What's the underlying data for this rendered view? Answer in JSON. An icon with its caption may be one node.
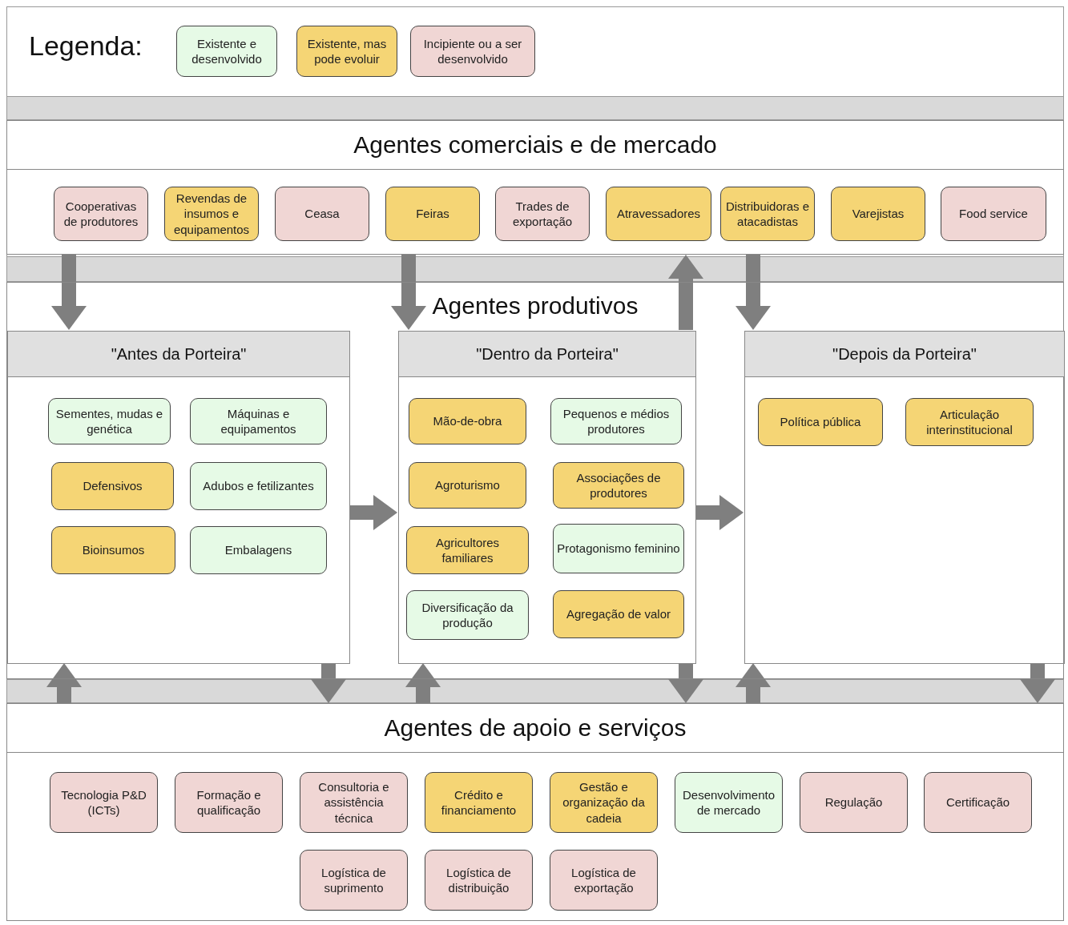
{
  "diagram": {
    "nodes": [
      {
        "text": [
          "Agentes comerciais e de mercado"
        ]
      },
      {
        "text": [
          "Cooperativas de produtores"
        ],
        "in": 0
      },
      {
        "text": [
          "Revendas de insumos e equipamentos"
        ],
        "in": 0
      },
      {
        "text": [
          "Ceasa"
        ],
        "in": 0
      },
      {
        "text": [
          "Feiras"
        ],
        "in": 0
      },
      {
        "text": [
          "Trades de exportação"
        ],
        "in": 0
      },
      {
        "text": [
          "Atravessadores"
        ],
        "in": 0
      },
      {
        "text": [
          "Distribuidoras e atacadistas"
        ],
        "in": 0
      },
      {
        "text": [
          "Varejistas"
        ],
        "in": 0
      },
      {
        "text": [
          "Food service"
        ],
        "in": 0
      },
      {
        "text": [
          "Agentes produtivos"
        ]
      },
      {
        "text": [
          "\"Antes da Porteira\""
        ],
        "in": 10
      },
      {
        "text": [
          "Sementes, mudas e genética"
        ],
        "in": 11
      },
      {
        "text": [
          "Máquinas e equipamentos"
        ],
        "in": 11
      },
      {
        "text": [
          "Defensivos"
        ],
        "in": 11
      },
      {
        "text": [
          "Adubos e fetilizantes"
        ],
        "in": 11
      },
      {
        "text": [
          "Bioinsumos"
        ],
        "in": 11
      },
      {
        "text": [
          "Embalagens"
        ],
        "in": 11
      },
      {
        "text": [
          "\"Dentro da Porteira\""
        ],
        "in": 10
      },
      {
        "text": [
          "Mão-de-obra"
        ],
        "in": 18
      },
      {
        "text": [
          "Pequenos e médios produtores"
        ],
        "in": 18
      },
      {
        "text": [
          "Agroturismo"
        ],
        "in": 18
      },
      {
        "text": [
          "Associações de produtores"
        ],
        "in": 18
      },
      {
        "text": [
          "Agricultores familiares"
        ],
        "in": 18
      },
      {
        "text": [
          "Protagonismo feminino"
        ],
        "in": 18
      },
      {
        "text": [
          "Diversificação da produção"
        ],
        "in": 18
      },
      {
        "text": [
          "Agregação de valor"
        ],
        "in": 18
      },
      {
        "text": [
          "\"Depois da Porteira\""
        ],
        "in": 10
      },
      {
        "text": [
          "Política pública"
        ],
        "in": 27
      },
      {
        "text": [
          "Articulação interinstitucional"
        ],
        "in": 27
      },
      {
        "text": [
          "Agentes de apoio e serviços"
        ]
      },
      {
        "text": [
          "Tecnologia P&D (ICTs)"
        ],
        "in": 30
      },
      {
        "text": [
          "Formação e qualificação"
        ],
        "in": 30
      },
      {
        "text": [
          "Consultoria e assistência técnica"
        ],
        "in": 30
      },
      {
        "text": [
          "Crédito e financiamento"
        ],
        "in": 30
      },
      {
        "text": [
          "Gestão e organização da cadeia"
        ],
        "in": 30
      },
      {
        "text": [
          "Desenvolvimento de mercado"
        ],
        "in": 30
      },
      {
        "text": [
          "Regulação"
        ],
        "in": 30
      },
      {
        "text": [
          "Certificação"
        ],
        "in": 30
      },
      {
        "text": [
          "Logística de suprimento"
        ],
        "in": 30
      },
      {
        "text": [
          "Logística de distribuição"
        ],
        "in": 30
      },
      {
        "text": [
          "Logística de exportação"
        ],
        "in": 30
      }
    ],
    "edges": [
      {
        "from": 0,
        "to": 11,
        "arrow": "to"
      },
      {
        "from": 0,
        "to": 18,
        "arrow": "to"
      },
      {
        "from": 18,
        "to": 0,
        "arrow": "to"
      },
      {
        "from": 0,
        "to": 27,
        "arrow": "to"
      },
      {
        "from": 11,
        "to": 18,
        "arrow": "to"
      },
      {
        "from": 18,
        "to": 27,
        "arrow": "to"
      },
      {
        "from": 30,
        "to": 11,
        "arrow": "to"
      },
      {
        "from": 11,
        "to": 30,
        "arrow": "to"
      },
      {
        "from": 30,
        "to": 18,
        "arrow": "to"
      },
      {
        "from": 18,
        "to": 30,
        "arrow": "to"
      },
      {
        "from": 30,
        "to": 27,
        "arrow": "to"
      },
      {
        "from": 27,
        "to": 30,
        "arrow": "to"
      }
    ],
    "labels": [
      "Legenda:"
    ],
    "legend": [
      {
        "text": "Existente e desenvolvido",
        "color": "#e6fae6"
      },
      {
        "text": "Existente, mas pode evoluir",
        "color": "#f5d575"
      },
      {
        "text": "Incipiente ou a ser desenvolvido",
        "color": "#f0d6d4"
      }
    ]
  }
}
